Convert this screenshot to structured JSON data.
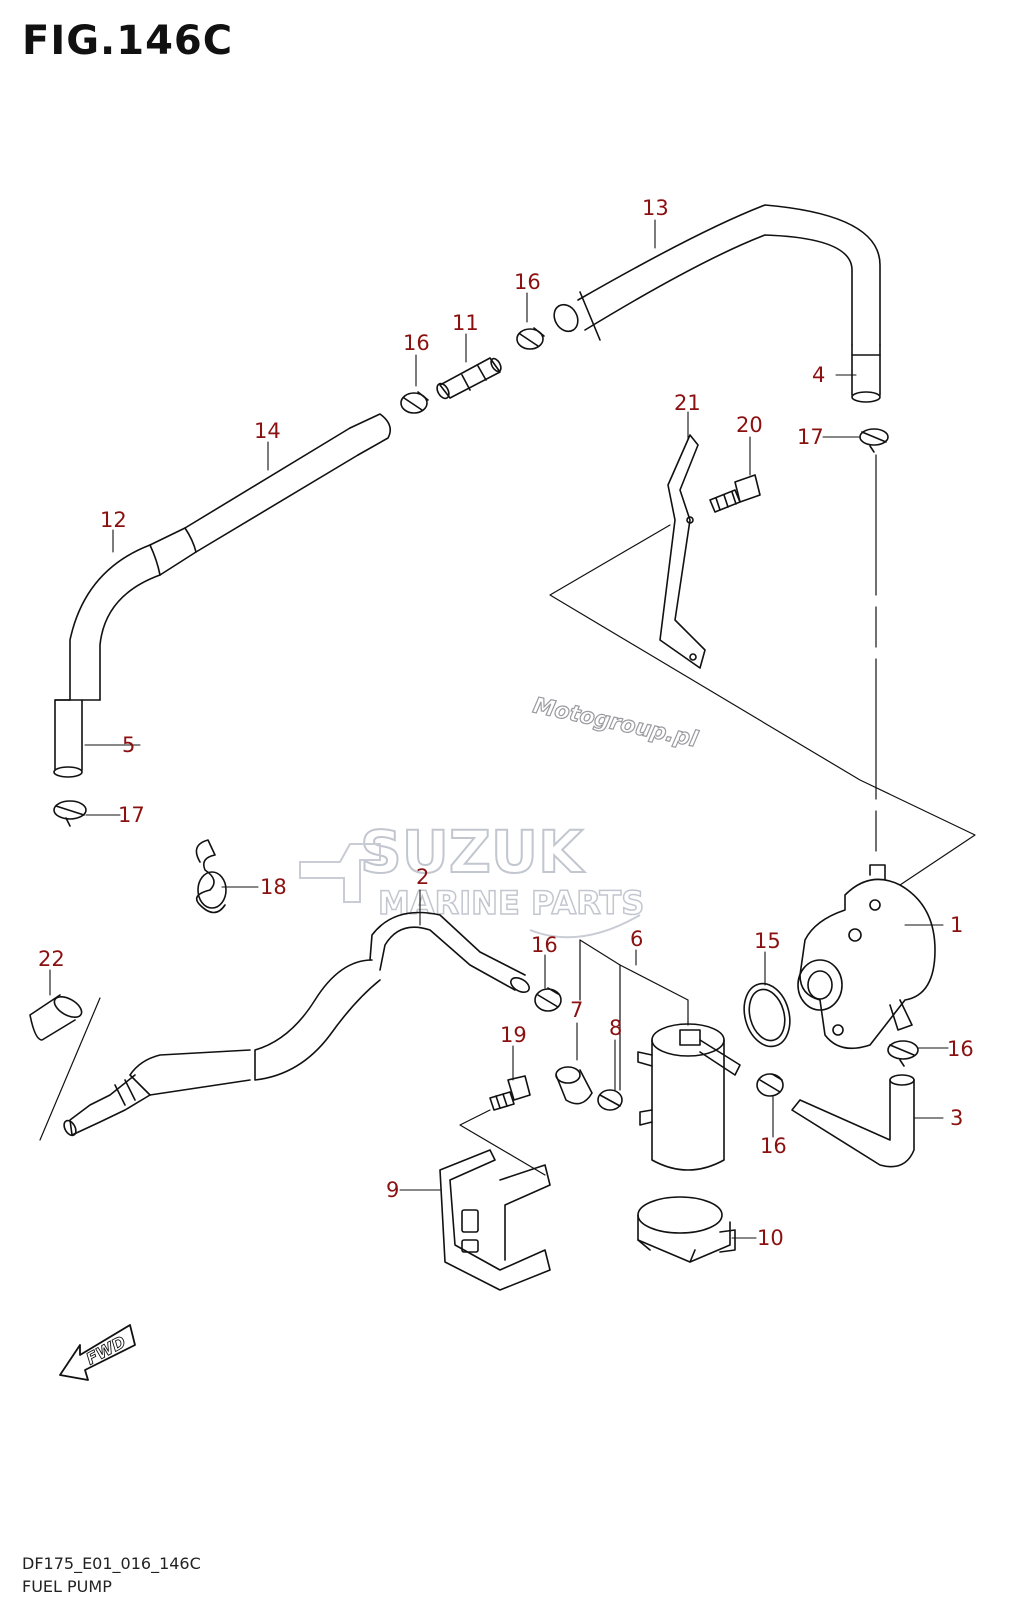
{
  "figure": {
    "title": "FIG.146C",
    "ref_code": "DF175_E01_016_146C",
    "section": "FUEL PUMP"
  },
  "watermarks": {
    "brand": "SUZUK",
    "sub": "MARINE PARTS",
    "site": "Motogroup.pl"
  },
  "fwd_label": "FWD",
  "callouts": [
    {
      "id": "c1",
      "text": "1"
    },
    {
      "id": "c2",
      "text": "2"
    },
    {
      "id": "c3",
      "text": "3"
    },
    {
      "id": "c4",
      "text": "4"
    },
    {
      "id": "c5",
      "text": "5"
    },
    {
      "id": "c6",
      "text": "6"
    },
    {
      "id": "c7",
      "text": "7"
    },
    {
      "id": "c8",
      "text": "8"
    },
    {
      "id": "c9",
      "text": "9"
    },
    {
      "id": "c10",
      "text": "10"
    },
    {
      "id": "c11",
      "text": "11"
    },
    {
      "id": "c12",
      "text": "12"
    },
    {
      "id": "c13",
      "text": "13"
    },
    {
      "id": "c14",
      "text": "14"
    },
    {
      "id": "c15",
      "text": "15"
    },
    {
      "id": "c16a",
      "text": "16"
    },
    {
      "id": "c16b",
      "text": "16"
    },
    {
      "id": "c16c",
      "text": "16"
    },
    {
      "id": "c16d",
      "text": "16"
    },
    {
      "id": "c16e",
      "text": "16"
    },
    {
      "id": "c17a",
      "text": "17"
    },
    {
      "id": "c17b",
      "text": "17"
    },
    {
      "id": "c18",
      "text": "18"
    },
    {
      "id": "c19",
      "text": "19"
    },
    {
      "id": "c20",
      "text": "20"
    },
    {
      "id": "c21",
      "text": "21"
    },
    {
      "id": "c22",
      "text": "22"
    }
  ],
  "colors": {
    "callout": "#8b1111",
    "line": "#111111",
    "watermark": "#c9ccd4"
  }
}
